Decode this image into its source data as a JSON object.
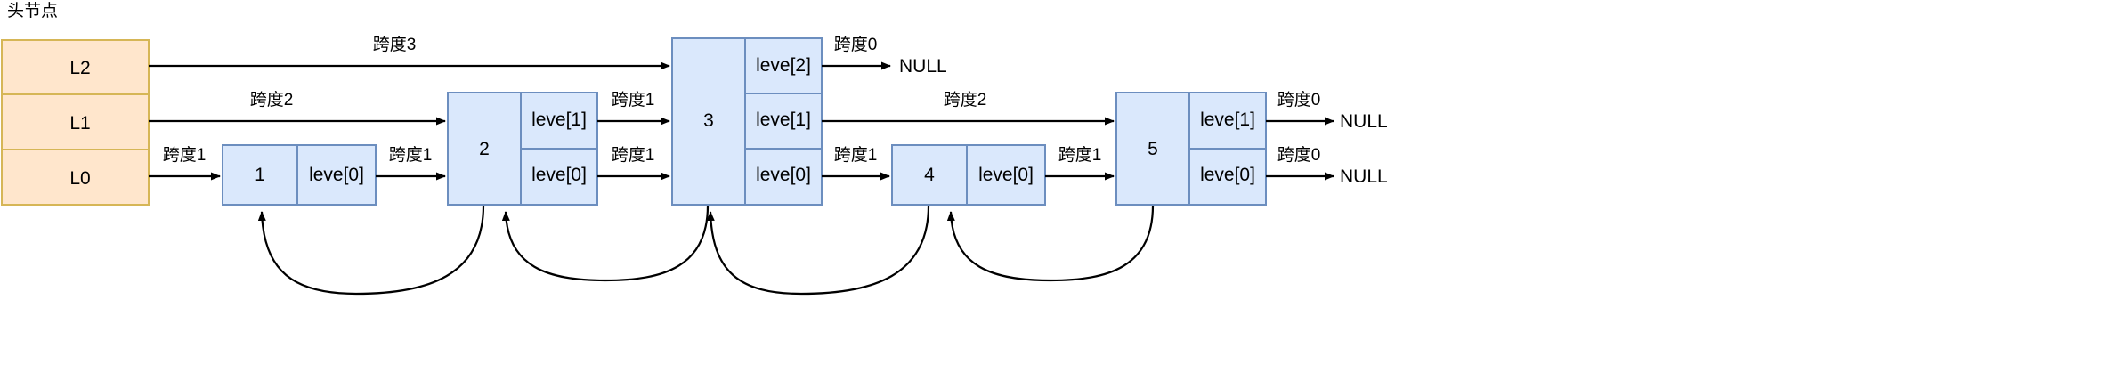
{
  "title": "头节点",
  "colors": {
    "head_fill": "#ffe6cc",
    "head_stroke": "#d6b656",
    "node_fill": "#dae8fc",
    "node_stroke": "#6c8ebf",
    "arrow": "#000000",
    "background": "#ffffff"
  },
  "head_node": {
    "levels": [
      {
        "label": "L2"
      },
      {
        "label": "L1"
      },
      {
        "label": "L0"
      }
    ]
  },
  "nodes": [
    {
      "key": "1",
      "slots": [
        {
          "label": "leve[0]"
        }
      ]
    },
    {
      "key": "2",
      "slots": [
        {
          "label": "leve[1]"
        },
        {
          "label": "leve[0]"
        }
      ]
    },
    {
      "key": "3",
      "slots": [
        {
          "label": "leve[2]"
        },
        {
          "label": "leve[1]"
        },
        {
          "label": "leve[0]"
        }
      ]
    },
    {
      "key": "4",
      "slots": [
        {
          "label": "leve[0]"
        }
      ]
    },
    {
      "key": "5",
      "slots": [
        {
          "label": "leve[1]"
        },
        {
          "label": "leve[0]"
        }
      ]
    }
  ],
  "terminators": [
    {
      "label": "NULL"
    },
    {
      "label": "NULL"
    },
    {
      "label": "NULL"
    }
  ],
  "spans": {
    "head_l2_to_3": "跨度3",
    "head_l1_to_2": "跨度2",
    "head_l0_to_1": "跨度1",
    "n1_l0_to_2": "跨度1",
    "n2_l1_to_3": "跨度1",
    "n2_l0_to_3": "跨度1",
    "n3_l2_to_null": "跨度0",
    "n3_l1_to_5": "跨度2",
    "n3_l0_to_4": "跨度1",
    "n4_l0_to_5": "跨度1",
    "n5_l1_to_null": "跨度0",
    "n5_l0_to_null": "跨度0"
  }
}
